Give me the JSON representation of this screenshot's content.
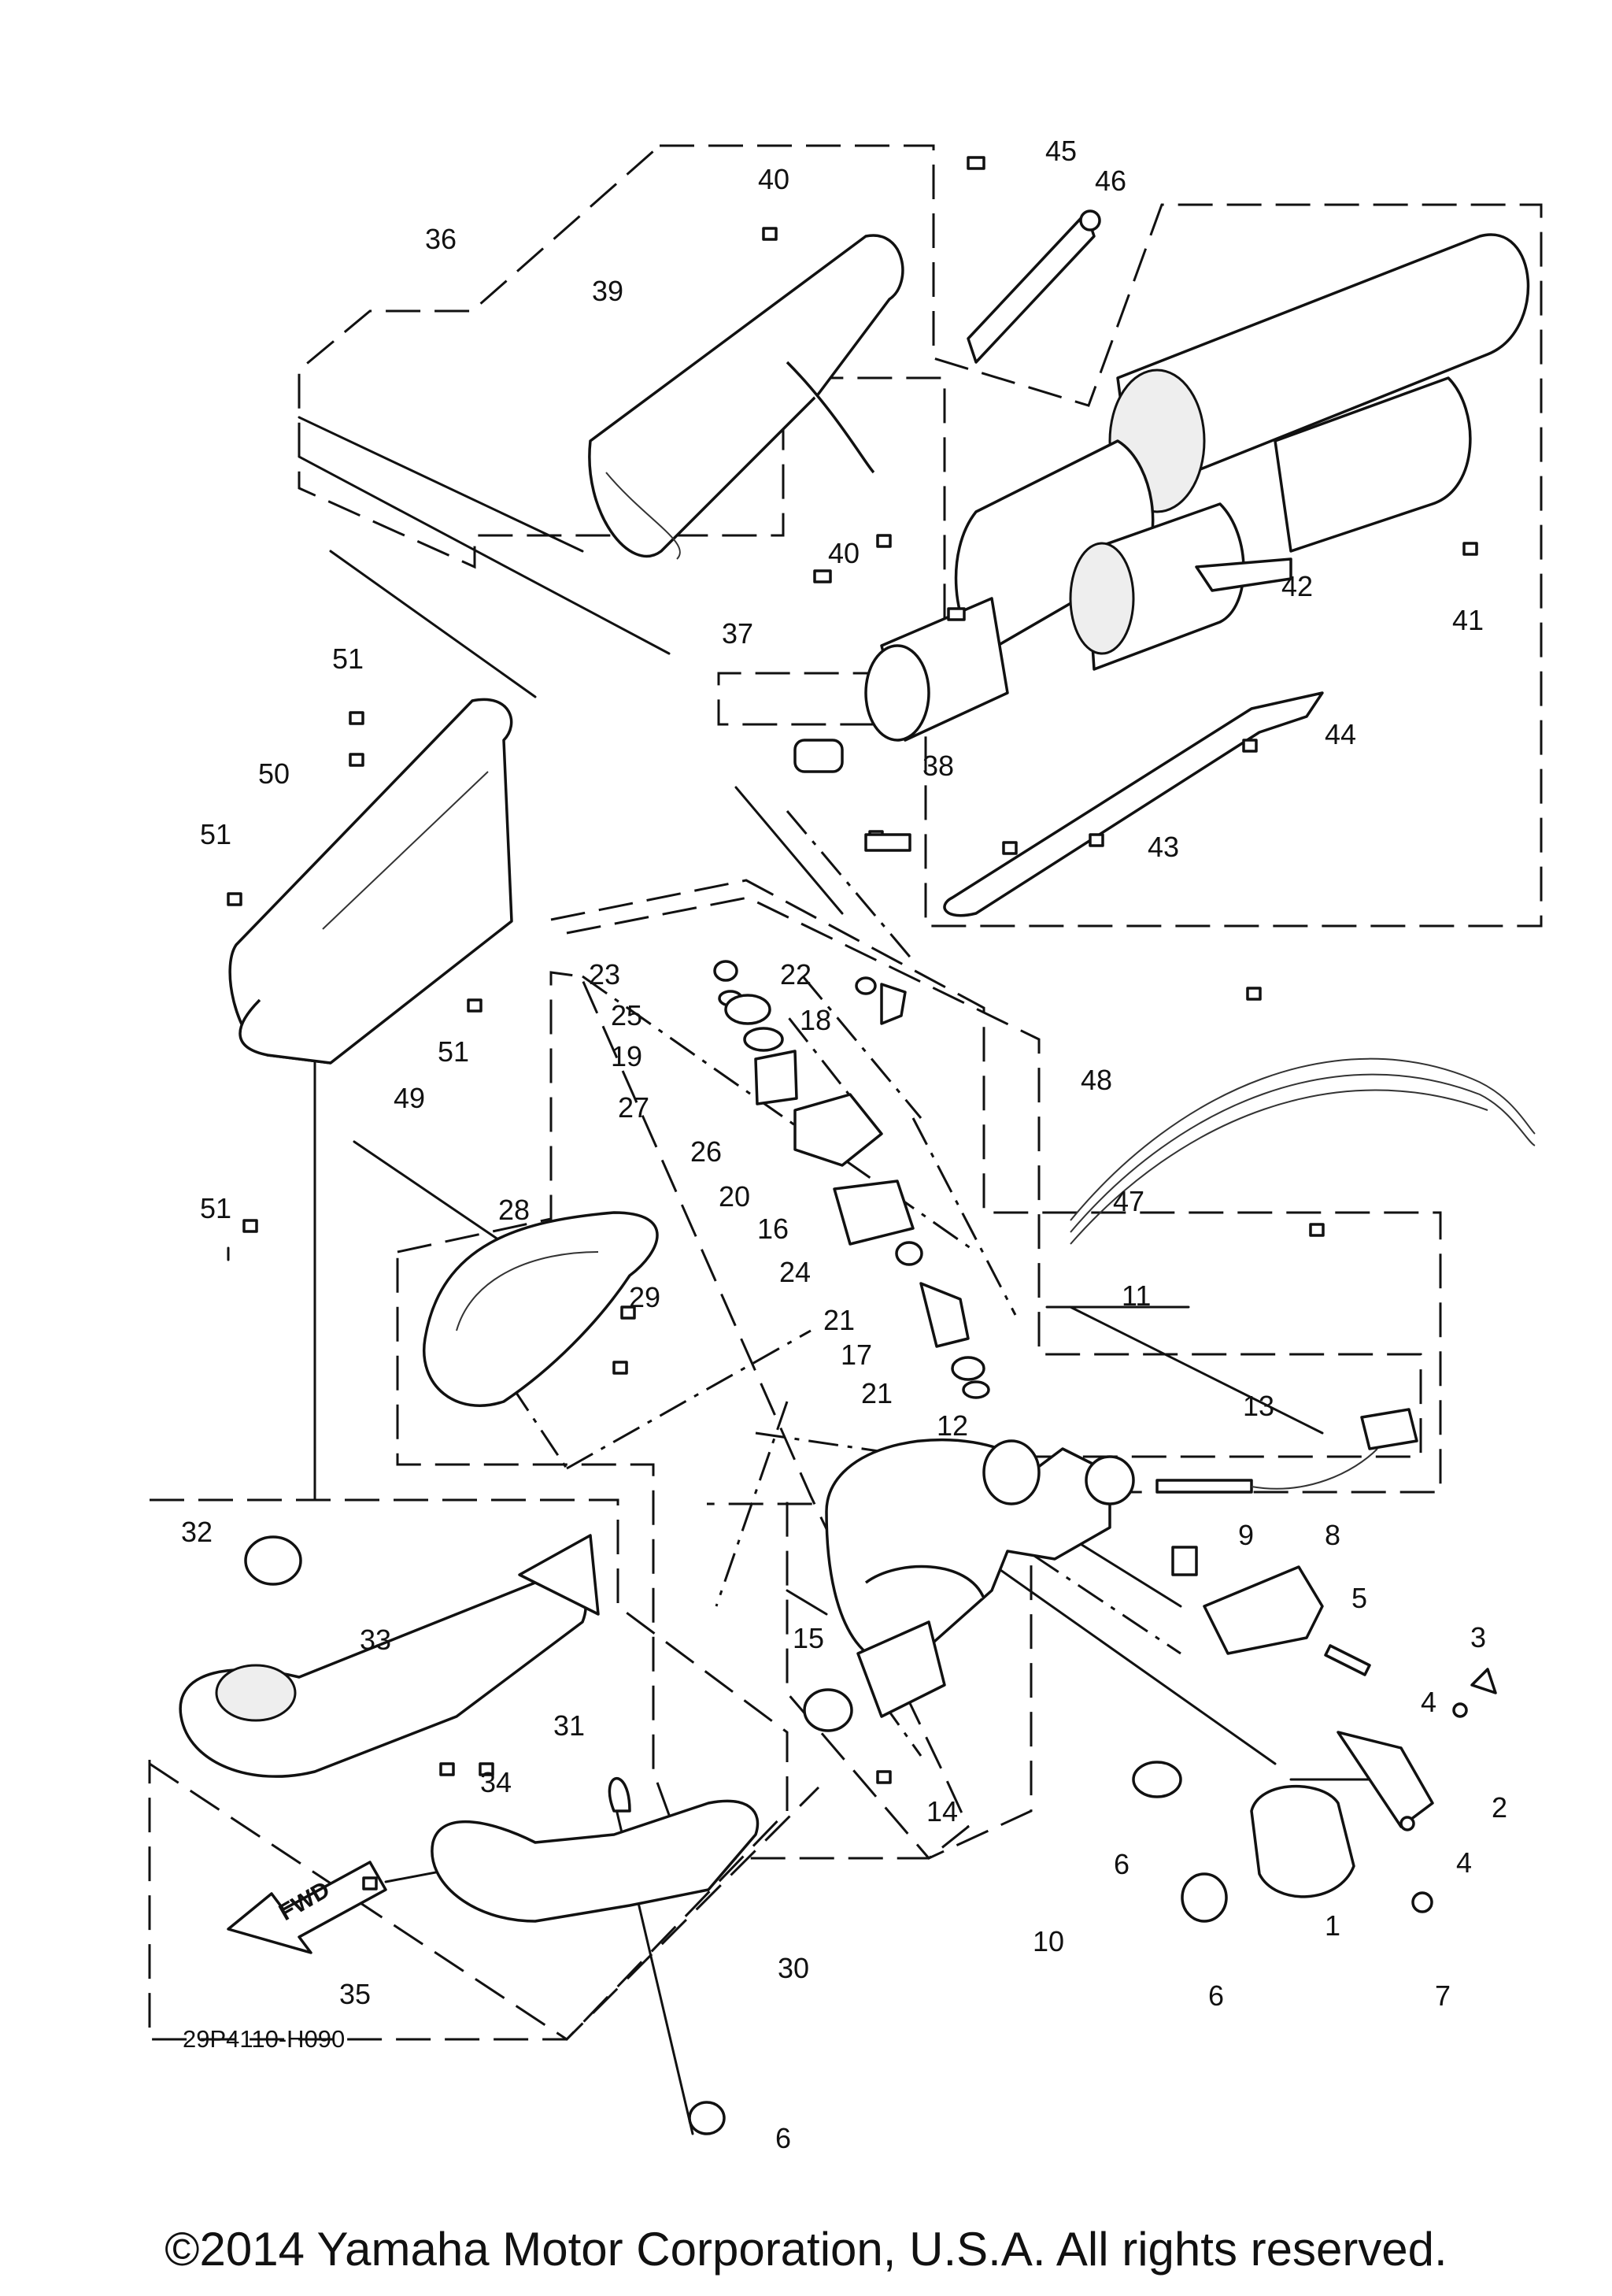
{
  "diagram_code": "29P4110-H090",
  "direction_label": "FWD",
  "copyright": "©2014 Yamaha Motor Corporation, U.S.A. All rights reserved.",
  "callouts": {
    "c1": "1",
    "c2": "2",
    "c3": "3",
    "c4a": "4",
    "c4b": "4",
    "c5": "5",
    "c6a": "6",
    "c6b": "6",
    "c6c": "6",
    "c7": "7",
    "c8": "8",
    "c9": "9",
    "c10": "10",
    "c11": "11",
    "c12": "12",
    "c13": "13",
    "c14": "14",
    "c15": "15",
    "c16": "16",
    "c17": "17",
    "c18": "18",
    "c19": "19",
    "c20": "20",
    "c21a": "21",
    "c21b": "21",
    "c22": "22",
    "c23": "23",
    "c24": "24",
    "c25": "25",
    "c26": "26",
    "c27": "27",
    "c28": "28",
    "c29": "29",
    "c30": "30",
    "c31": "31",
    "c32": "32",
    "c33": "33",
    "c34": "34",
    "c35": "35",
    "c36": "36",
    "c37": "37",
    "c38": "38",
    "c39": "39",
    "c40a": "40",
    "c40b": "40",
    "c41": "41",
    "c42": "42",
    "c43": "43",
    "c44": "44",
    "c45": "45",
    "c46": "46",
    "c47": "47",
    "c48": "48",
    "c49": "49",
    "c50": "50",
    "c51a": "51",
    "c51b": "51",
    "c51c": "51",
    "c51d": "51"
  }
}
